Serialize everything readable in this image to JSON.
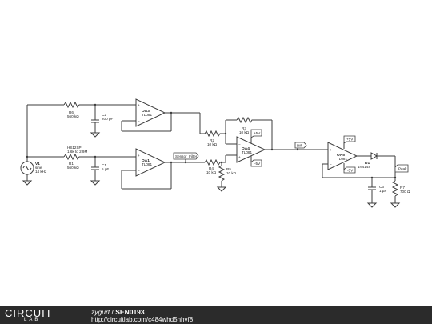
{
  "components": {
    "r6": {
      "name": "R6",
      "value": "560 kΩ"
    },
    "c2": {
      "name": "C2",
      "value": "200 pF"
    },
    "oa3": {
      "name": "OA3",
      "model": "TL081"
    },
    "probe": {
      "name": "HS12SP",
      "range": "1.6k to 2.9M"
    },
    "r1": {
      "name": "R1",
      "value": "560 kΩ"
    },
    "c1": {
      "name": "C1",
      "value": "5 pF"
    },
    "oa1": {
      "name": "OA1",
      "model": "TL081"
    },
    "v1": {
      "name": "V1",
      "type": "sine",
      "freq": "14 kHz"
    },
    "r2": {
      "name": "R2",
      "value": "10 kΩ"
    },
    "r3": {
      "name": "R3",
      "value": "10 kΩ"
    },
    "r4": {
      "name": "R4",
      "value": "10 kΩ"
    },
    "r5": {
      "name": "R5",
      "value": "10 kΩ"
    },
    "oa4": {
      "name": "OA4",
      "model": "TL081"
    },
    "oa5": {
      "name": "OA5",
      "model": "TL081"
    },
    "d1": {
      "name": "D1",
      "model": "1N4148"
    },
    "c3": {
      "name": "C3",
      "value": "1 µF"
    },
    "r7": {
      "name": "R7",
      "value": "700 Ω"
    }
  },
  "nets": {
    "sensor_filter": "Sensor_Filter",
    "diff": "Diff",
    "peak": "Peak",
    "pos": "+5V",
    "neg": "-5V"
  },
  "footer": {
    "logo_main": "CIRCUIT",
    "logo_sub": "LAB",
    "author": "zygurt",
    "separator": " / ",
    "title": "SEN0193",
    "url": "http://circuitlab.com/c484whd5nhvf8"
  }
}
